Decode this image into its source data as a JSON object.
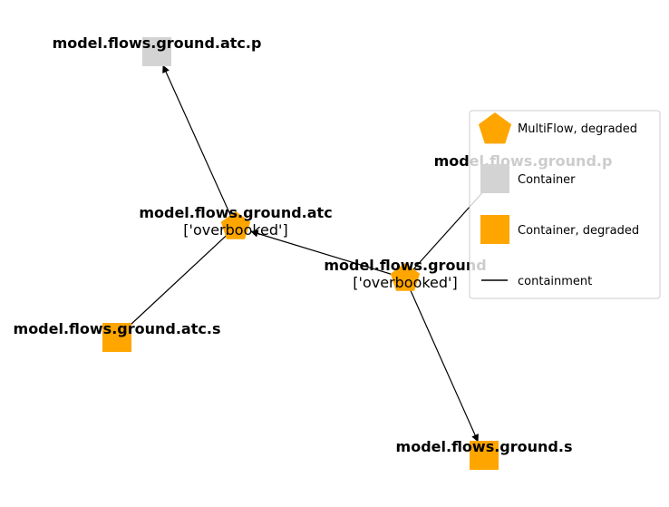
{
  "colors": {
    "degraded": "#FFA500",
    "container": "#D3D3D3",
    "edge": "#000000",
    "background": "#FFFFFF"
  },
  "nodes": [
    {
      "id": "ground",
      "label": "model.flows.ground",
      "sublabel": "['overbooked']",
      "shape": "pentagon-icon",
      "color": "#FFA500"
    },
    {
      "id": "atc",
      "label": "model.flows.ground.atc",
      "sublabel": "['overbooked']",
      "shape": "pentagon-icon",
      "color": "#FFA500"
    },
    {
      "id": "atc_p",
      "label": "model.flows.ground.atc.p",
      "sublabel": "",
      "shape": "square-icon",
      "color": "#D3D3D3"
    },
    {
      "id": "atc_s",
      "label": "model.flows.ground.atc.s",
      "sublabel": "",
      "shape": "square-icon",
      "color": "#FFA500"
    },
    {
      "id": "ground_p",
      "label": "model.flows.ground.p",
      "sublabel": "",
      "shape": "square-icon",
      "color": "#D3D3D3"
    },
    {
      "id": "ground_s",
      "label": "model.flows.ground.s",
      "sublabel": "",
      "shape": "square-icon",
      "color": "#FFA500"
    }
  ],
  "edges": [
    {
      "from": "atc",
      "to": "atc_p",
      "arrow": true
    },
    {
      "from": "atc",
      "to": "atc_s",
      "arrow": false
    },
    {
      "from": "ground",
      "to": "atc",
      "arrow": true
    },
    {
      "from": "ground",
      "to": "ground_p",
      "arrow": false
    },
    {
      "from": "ground",
      "to": "ground_s",
      "arrow": true
    }
  ],
  "legend": {
    "items": [
      {
        "label": "MultiFlow, degraded",
        "shape": "pentagon-icon",
        "color": "#FFA500"
      },
      {
        "label": "Container",
        "shape": "square-icon",
        "color": "#D3D3D3"
      },
      {
        "label": "Container, degraded",
        "shape": "square-icon",
        "color": "#FFA500"
      },
      {
        "label": "containment",
        "shape": "line-icon",
        "color": "#000000"
      }
    ]
  }
}
